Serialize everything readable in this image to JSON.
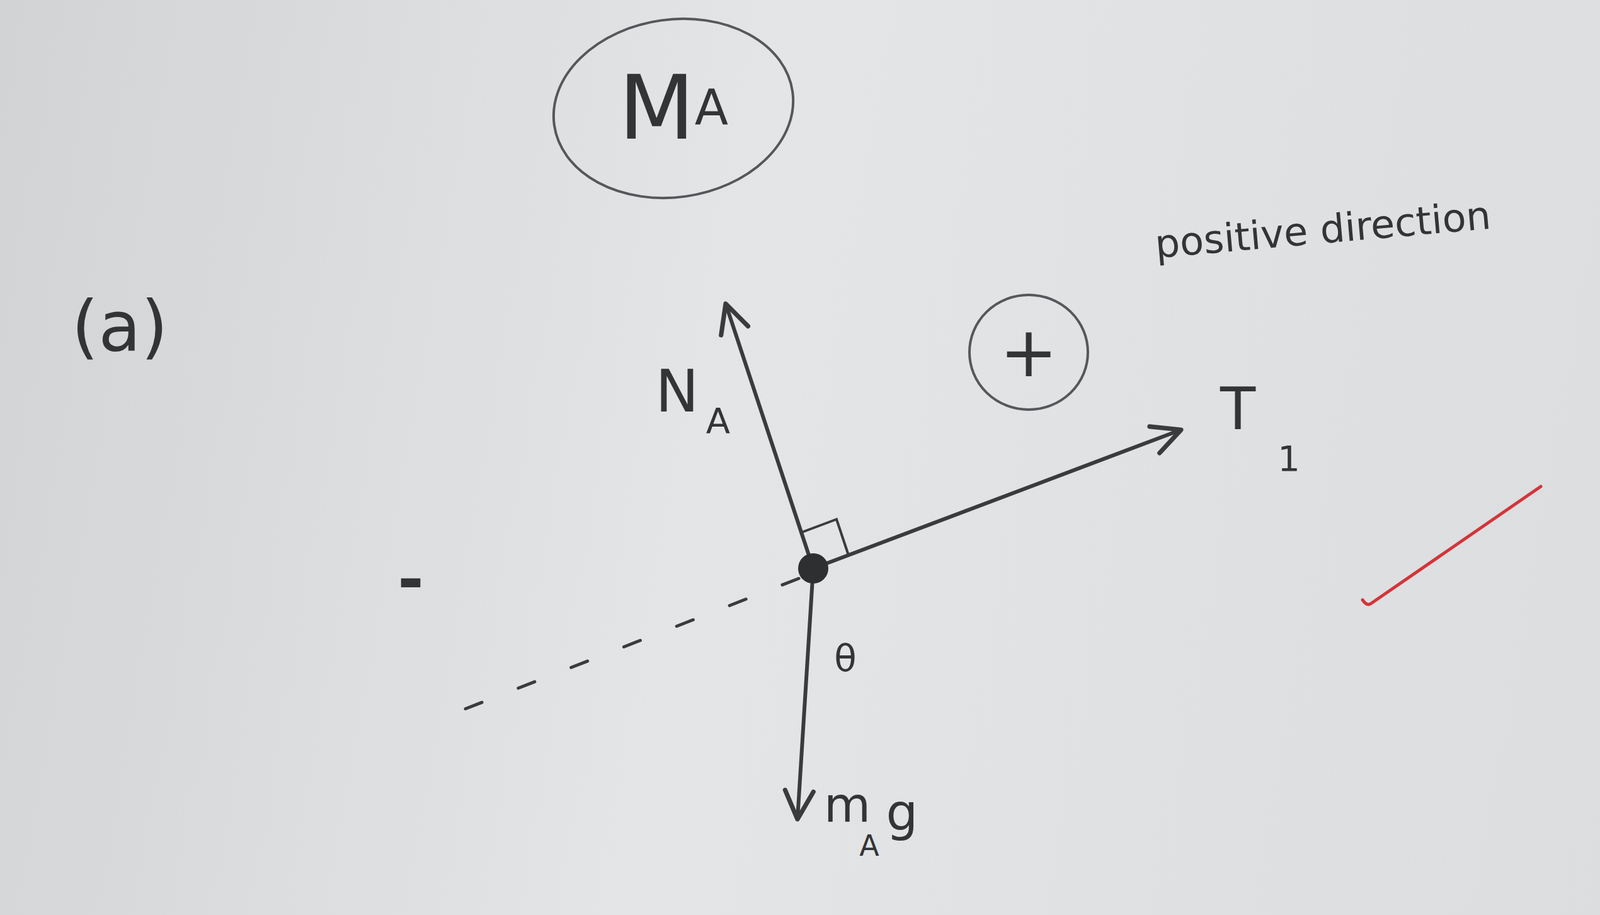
{
  "diagram": {
    "nodes": [
      {
        "text": [
          "M",
          "A"
        ]
      },
      {
        "text": [
          "+"
        ]
      }
    ],
    "labels": [
      "(a)",
      "positive direction",
      "-",
      "N",
      "A",
      "T",
      "1",
      "m",
      "A",
      "g",
      "θ"
    ]
  }
}
